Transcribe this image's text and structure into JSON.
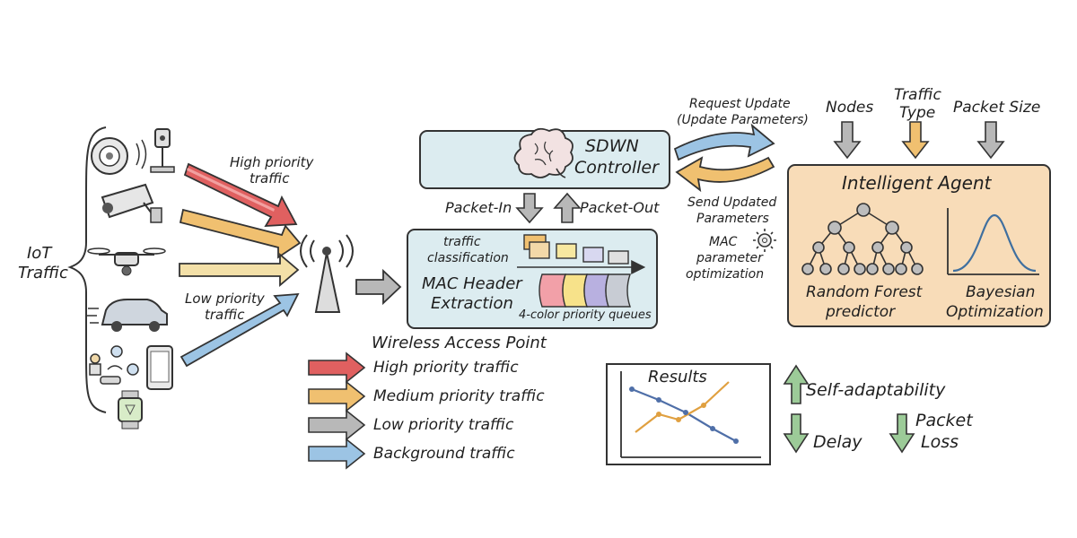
{
  "iot": {
    "label_line1": "IoT",
    "label_line2": "Traffic",
    "devices": [
      "smoke-detector",
      "doorbell-camera",
      "security-camera",
      "drone",
      "car",
      "smart-home",
      "smartphone",
      "smartwatch"
    ]
  },
  "traffic_arrows": {
    "high_label_line1": "High priority",
    "high_label_line2": "traffic",
    "low_label_line1": "Low priority",
    "low_label_line2": "traffic"
  },
  "access_point": {
    "title": "Wireless Access Point",
    "traffic_classification_line1": "traffic",
    "traffic_classification_line2": "classification",
    "mac_header_line1": "MAC Header",
    "mac_header_line2": "Extraction",
    "queues_label": "4-color priority queues"
  },
  "controller": {
    "title_line1": "SDWN",
    "title_line2": "Controller",
    "packet_in": "Packet-In",
    "packet_out": "Packet-Out"
  },
  "links": {
    "request_line1": "Request Update",
    "request_line2": "(Update Parameters)",
    "send_line1": "Send Updated",
    "send_line2": "Parameters",
    "mac_opt_line1": "MAC",
    "mac_opt_line2": "parameter",
    "mac_opt_line3": "optimization"
  },
  "agent": {
    "title": "Intelligent Agent",
    "inputs": {
      "nodes": "Nodes",
      "traffic_line1": "Traffic",
      "traffic_line2": "Type",
      "packet_size": "Packet Size"
    },
    "rf_line1": "Random Forest",
    "rf_line2": "predictor",
    "bo_line1": "Bayesian",
    "bo_line2": "Optimization"
  },
  "legend": {
    "items": [
      {
        "label": "High priority traffic",
        "color": "#e06060"
      },
      {
        "label": "Medium priority traffic",
        "color": "#f0c070"
      },
      {
        "label": "Low priority traffic",
        "color": "#b8b8b8"
      },
      {
        "label": "Background traffic",
        "color": "#9cc4e4"
      }
    ]
  },
  "results": {
    "title": "Results",
    "self_adaptability": "Self-adaptability",
    "delay": "Delay",
    "packet_loss_line1": "Packet",
    "packet_loss_line2": "Loss"
  },
  "colors": {
    "high": "#e06060",
    "medium": "#f0c070",
    "low": "#b8b8b8",
    "background": "#9cc4e4",
    "controller_fill": "#dcecf0",
    "agent_fill": "#f8dcb8",
    "green": "#9ccb98"
  }
}
